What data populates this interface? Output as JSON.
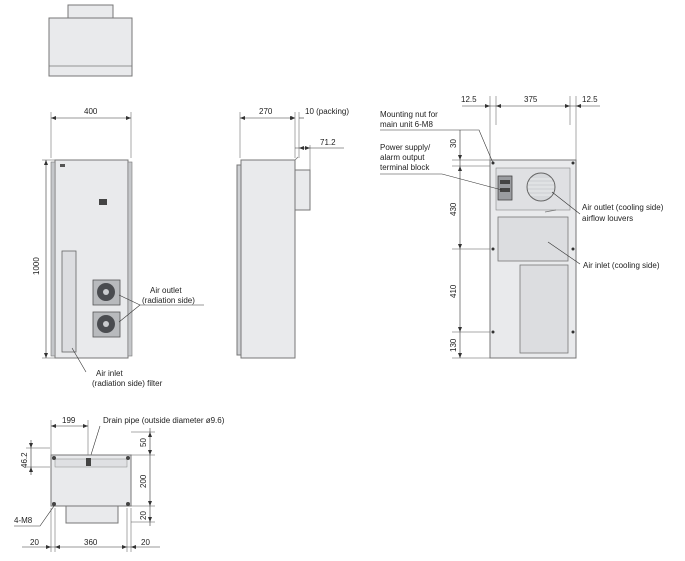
{
  "dimensions": {
    "front_width": "400",
    "front_height": "1000",
    "side_depth": "270",
    "packing": "10 (packing)",
    "side_protrusion": "71.2",
    "rear_margin_left": "12.5",
    "rear_inner_width": "375",
    "rear_margin_right": "12.5",
    "rear_v1": "30",
    "rear_v2": "430",
    "rear_v3": "410",
    "rear_v4": "130",
    "bottom_drain_offset": "199",
    "bottom_left_v": "46.2",
    "bottom_v1": "50",
    "bottom_v2": "200",
    "bottom_v3": "20",
    "bottom_h1": "20",
    "bottom_h2": "360",
    "bottom_h3": "20"
  },
  "labels": {
    "air_outlet_radiation_l1": "Air outlet",
    "air_outlet_radiation_l2": "(radiation side)",
    "air_inlet_filter_l1": "Air inlet",
    "air_inlet_filter_l2": "(radiation side) filter",
    "mounting_nut_l1": "Mounting nut for",
    "mounting_nut_l2": "main unit 6-M8",
    "power_supply_l1": "Power supply/",
    "power_supply_l2": "alarm output",
    "power_supply_l3": "terminal block",
    "air_outlet_cooling_l1": "Air outlet (cooling side)",
    "air_outlet_cooling_l2": "airflow louvers",
    "air_inlet_cooling": "Air inlet (cooling side)",
    "drain_pipe": "Drain pipe (outside diameter ø9.6)",
    "holes": "4-M8"
  }
}
